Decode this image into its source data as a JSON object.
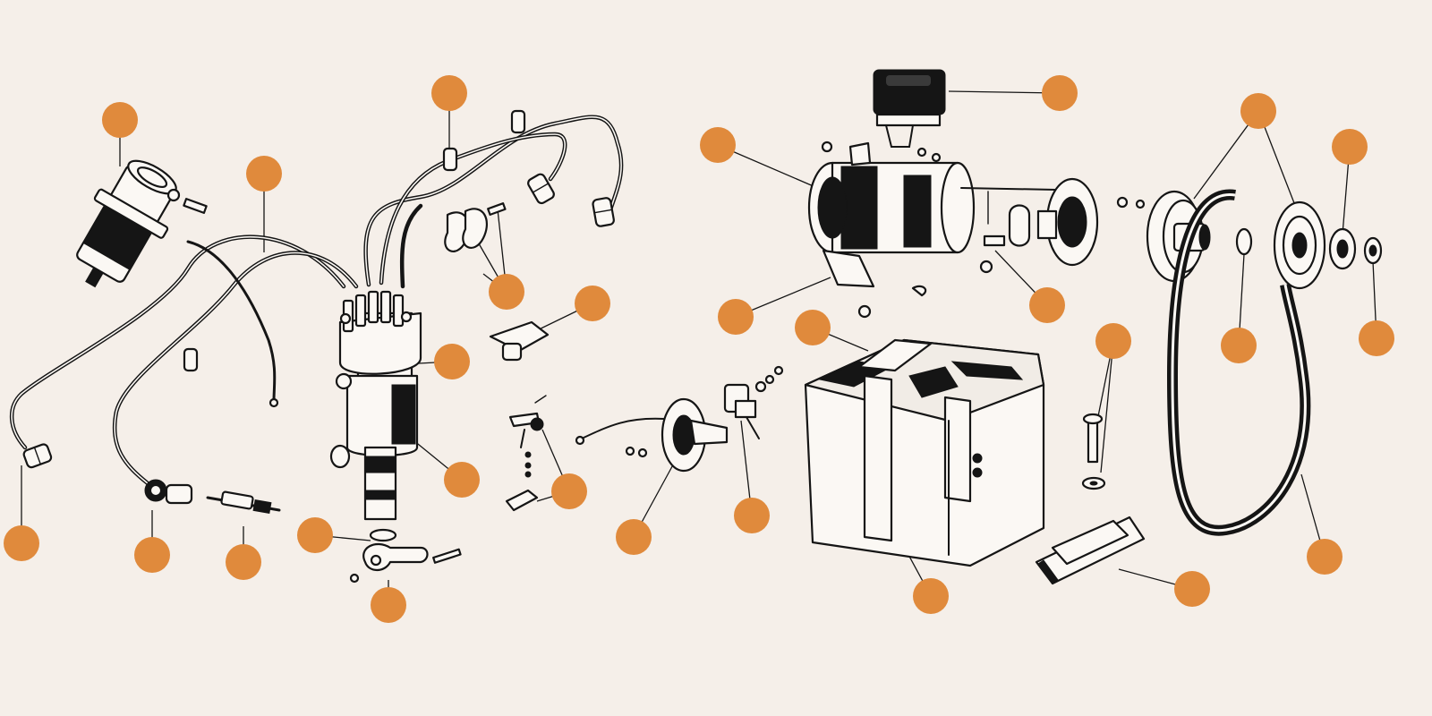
{
  "diagram": {
    "background": "#f5efe9",
    "hotspot_color": "#e08a3c",
    "line_color": "#151515",
    "components": [
      "ignition-coil",
      "spark-plug-lead-set",
      "distributor",
      "distributor-cap-clip",
      "rotor-arm",
      "contact-breaker-points",
      "distributor-clamp",
      "spark-plug",
      "control-box",
      "dynamo",
      "dynamo-end-plate",
      "fan-pulley",
      "fan-belt",
      "crankshaft-pulley",
      "horn",
      "horn-relay",
      "battery",
      "battery-clamp-bolt",
      "battery-tray"
    ],
    "hotspot_count": 30
  }
}
